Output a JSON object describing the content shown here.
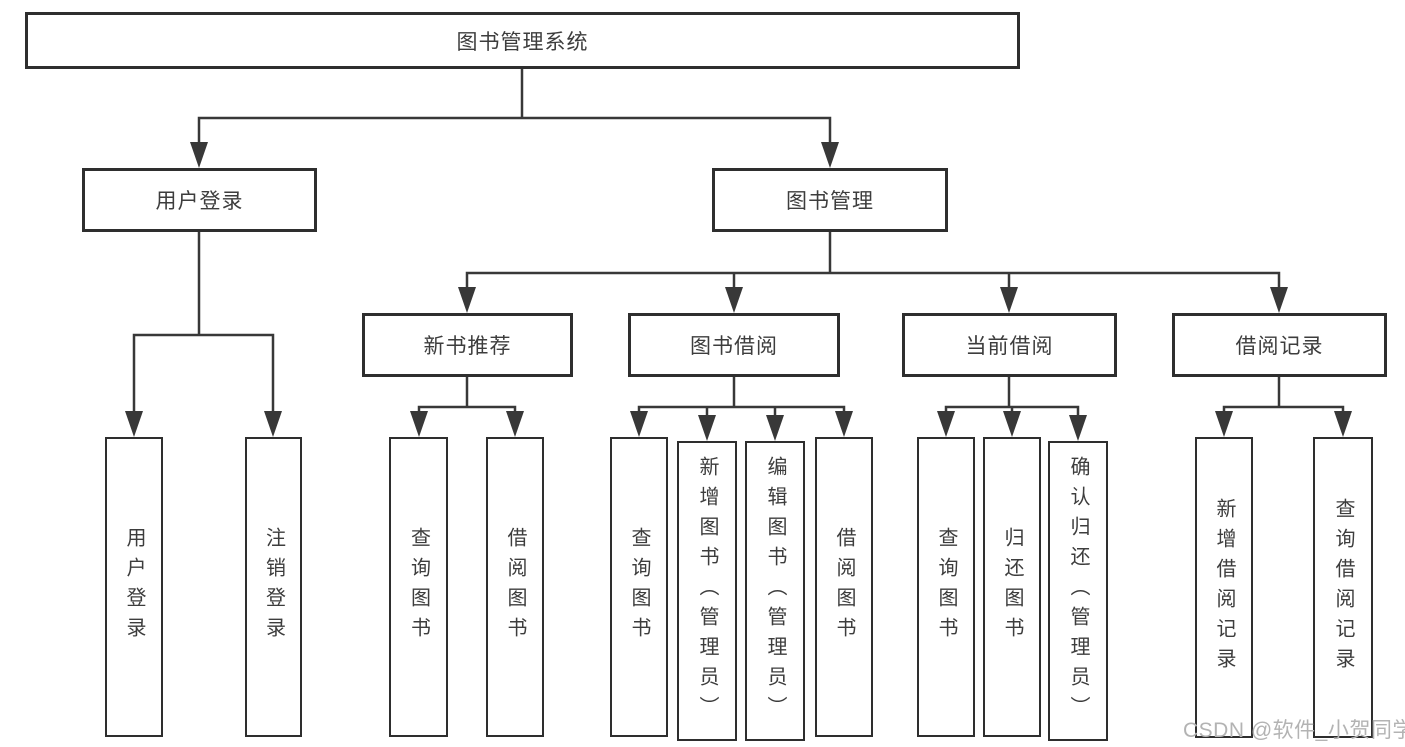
{
  "diagram": {
    "root": "图书管理系统",
    "level2": [
      "用户登录",
      "图书管理"
    ],
    "level3": [
      "新书推荐",
      "图书借阅",
      "当前借阅",
      "借阅记录"
    ],
    "leaves": [
      "用户登录",
      "注销登录",
      "查询图书",
      "借阅图书",
      "查询图书",
      "新增图书（管理员）",
      "编辑图书（管理员）",
      "借阅图书",
      "查询图书",
      "归还图书",
      "确认归还（管理员）",
      "新增借阅记录",
      "查询借阅记录"
    ]
  },
  "watermark": "CSDN @软件_小贺同学",
  "colors": {
    "line": "#383838",
    "box_border": "#2e2e2e",
    "text": "#3d3d3d",
    "watermark": "#b3b3b3",
    "background": "#ffffff"
  }
}
